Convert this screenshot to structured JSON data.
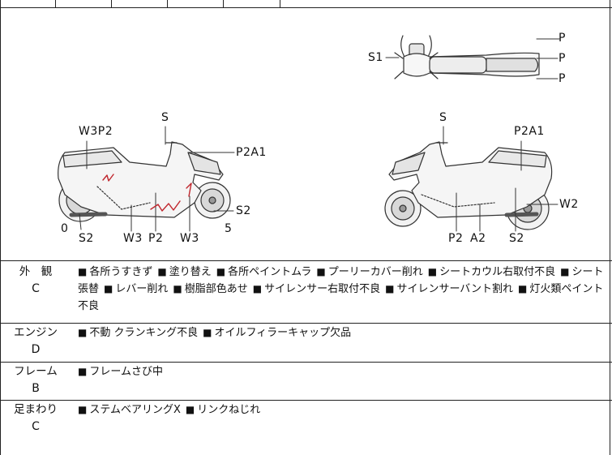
{
  "diagram": {
    "top_labels": [
      "S1",
      "P",
      "P",
      "P"
    ],
    "left_labels": [
      "W3P2",
      "S",
      "P2A1",
      "S2",
      "0",
      "S2",
      "W3",
      "P2",
      "W3",
      "5"
    ],
    "right_labels": [
      "S",
      "P2A1",
      "W2",
      "P2",
      "A2",
      "S2"
    ]
  },
  "sections": [
    {
      "category": "外　観",
      "grade": "C",
      "items": [
        "各所うすきず",
        "塗り替え",
        "各所ペイントムラ",
        "プーリーカバー削れ",
        "シートカウル右取付不良",
        "シート張替",
        "レバー削れ",
        "樹脂部色あせ",
        "サイレンサー右取付不良",
        "サイレンサーバント割れ",
        "灯火類ペイント不良"
      ]
    },
    {
      "category": "エンジン",
      "grade": "D",
      "items": [
        "不動 クランキング不良",
        "オイルフィラーキャップ欠品"
      ]
    },
    {
      "category": "フレーム",
      "grade": "B",
      "items": [
        "フレームさび中"
      ]
    },
    {
      "category": "足まわり",
      "grade": "C",
      "items": [
        "ステムベアリングX",
        "リンクねじれ"
      ]
    }
  ]
}
